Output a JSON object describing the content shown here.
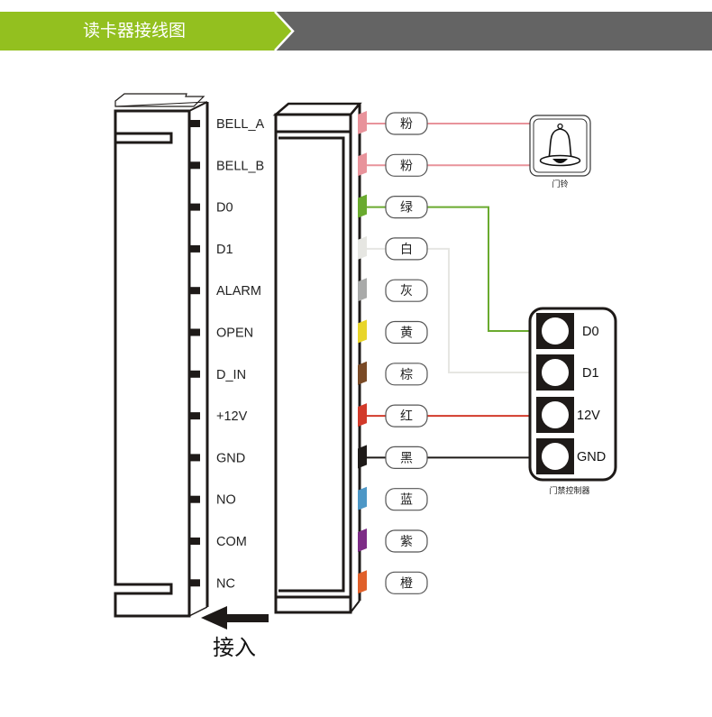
{
  "header": {
    "title": "读卡器接线图",
    "accent_color": "#93c01f",
    "bar_color": "#646464"
  },
  "reader_pins": [
    {
      "label": "BELL_A"
    },
    {
      "label": "BELL_B"
    },
    {
      "label": "D0"
    },
    {
      "label": "D1"
    },
    {
      "label": "ALARM"
    },
    {
      "label": "OPEN"
    },
    {
      "label": "D_IN"
    },
    {
      "label": "+12V"
    },
    {
      "label": "GND"
    },
    {
      "label": "NO"
    },
    {
      "label": "COM"
    },
    {
      "label": "NC"
    }
  ],
  "wires": [
    {
      "label": "粉",
      "color": "#e8939b",
      "connects_to": "bell"
    },
    {
      "label": "粉",
      "color": "#e8939b",
      "connects_to": "bell"
    },
    {
      "label": "绿",
      "color": "#6aaa2f",
      "connects_to": "D0"
    },
    {
      "label": "白",
      "color": "#e6e6e2",
      "connects_to": "D1"
    },
    {
      "label": "灰",
      "color": "#a9aaa9",
      "connects_to": ""
    },
    {
      "label": "黄",
      "color": "#e8d52a",
      "connects_to": ""
    },
    {
      "label": "棕",
      "color": "#7a4a26",
      "connects_to": ""
    },
    {
      "label": "红",
      "color": "#d23a2a",
      "connects_to": "12V"
    },
    {
      "label": "黑",
      "color": "#1e1a18",
      "connects_to": "GND"
    },
    {
      "label": "蓝",
      "color": "#4d97c6",
      "connects_to": ""
    },
    {
      "label": "紫",
      "color": "#7d2c86",
      "connects_to": ""
    },
    {
      "label": "橙",
      "color": "#e0602a",
      "connects_to": ""
    }
  ],
  "doorbell": {
    "label": "门铃"
  },
  "controller": {
    "label": "门禁控制器",
    "terminals": [
      {
        "label": "D0"
      },
      {
        "label": "D1"
      },
      {
        "label": "12V"
      },
      {
        "label": "GND"
      }
    ]
  },
  "insert_arrow": {
    "label": "接入"
  }
}
